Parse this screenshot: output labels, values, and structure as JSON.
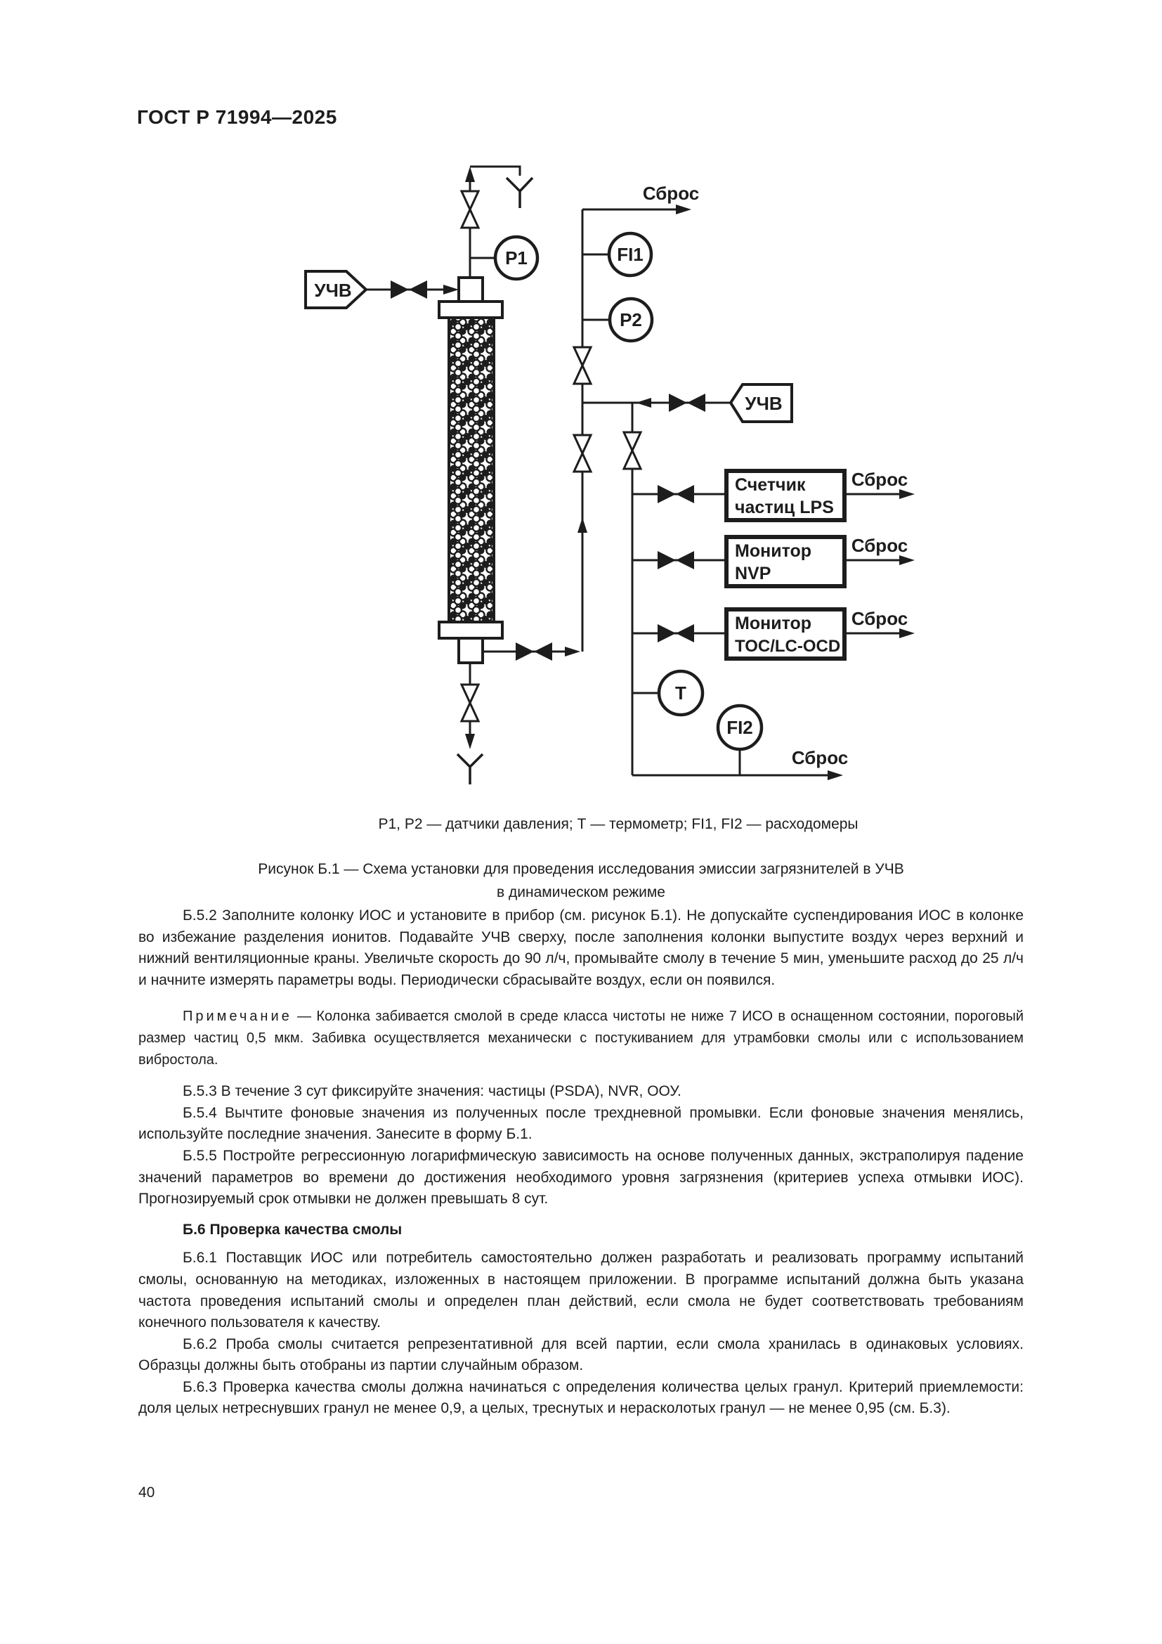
{
  "page": {
    "header": "ГОСТ Р 71994—2025",
    "number": "40",
    "ink_color": "#1d1d1d"
  },
  "diagram": {
    "tags": {
      "uchv_inlet": "УЧВ",
      "uchv_makeup": "УЧВ"
    },
    "instruments": {
      "p1": "P1",
      "fi1": "FI1",
      "p2": "P2",
      "t": "Т",
      "fi2": "FI2"
    },
    "boxes": {
      "lps": {
        "line1": "Счетчик",
        "line2": "частиц LPS"
      },
      "nvp": {
        "line1": "Монитор",
        "line2": "NVP"
      },
      "toc": {
        "line1": "Монитор",
        "line2": "TOC/LC-OCD"
      }
    },
    "drain_labels": {
      "top": "Сброс",
      "lps": "Сброс",
      "nvp": "Сброс",
      "toc": "Сброс",
      "bottom": "Сброс"
    },
    "caption": "P1, P2 — датчики давления; Т — термометр; FI1, FI2 — расходомеры",
    "title_line1": "Рисунок Б.1 — Схема установки для проведения исследования эмиссии загрязнителей в УЧВ",
    "title_line2": "в динамическом режиме"
  },
  "body": {
    "b52": "Б.5.2 Заполните колонку ИОС и установите в прибор (см. рисунок Б.1). Не допускайте суспендирования ИОС в колонке во избежание разделения ионитов. Подавайте УЧВ сверху, после заполнения колонки выпустите воздух через верхний и нижний вентиляционные краны. Увеличьте скорость до 90 л/ч, промывайте смолу в течение 5 мин, уменьшите расход до 25 л/ч и начните измерять параметры воды. Периодически сбрасывайте воздух, если он появился.",
    "note_label": "Примечание",
    "note_text": " — Колонка забивается смолой в среде класса чистоты не ниже 7 ИСО в оснащенном состоянии, пороговый размер частиц 0,5 мкм. Забивка осуществляется механически с постукиванием для утрамбовки смолы или с использованием вибростола.",
    "b53": "Б.5.3 В течение 3 сут фиксируйте значения: частицы (PSDA), NVR, ООУ.",
    "b54": "Б.5.4 Вычтите фоновые значения из полученных после трехдневной промывки. Если фоновые значения менялись, используйте последние значения. Занесите в форму Б.1.",
    "b55": "Б.5.5 Постройте регрессионную логарифмическую зависимость на основе полученных данных, экстраполируя падение значений параметров во времени до достижения необходимого уровня загрязнения (критериев успеха отмывки ИОС). Прогнозируемый срок отмывки не должен превышать 8 сут.",
    "h_b6": "Б.6 Проверка качества смолы",
    "b61": "Б.6.1 Поставщик ИОС или потребитель самостоятельно должен разработать и реализовать программу испытаний смолы, основанную на методиках, изложенных в настоящем приложении. В программе испытаний должна быть указана частота проведения испытаний смолы и определен план действий, если смола не будет соответствовать требованиям конечного пользователя к качеству.",
    "b62": "Б.6.2 Проба смолы считается репрезентативной для всей партии, если смола хранилась в одинаковых условиях. Образцы должны быть отобраны из партии случайным образом.",
    "b63": "Б.6.3 Проверка качества смолы должна начинаться с определения количества целых гранул. Критерий приемлемости: доля целых нетреснувших гранул не менее 0,9, а целых, треснутых и нерасколотых гранул — не менее 0,95 (см. Б.3)."
  }
}
